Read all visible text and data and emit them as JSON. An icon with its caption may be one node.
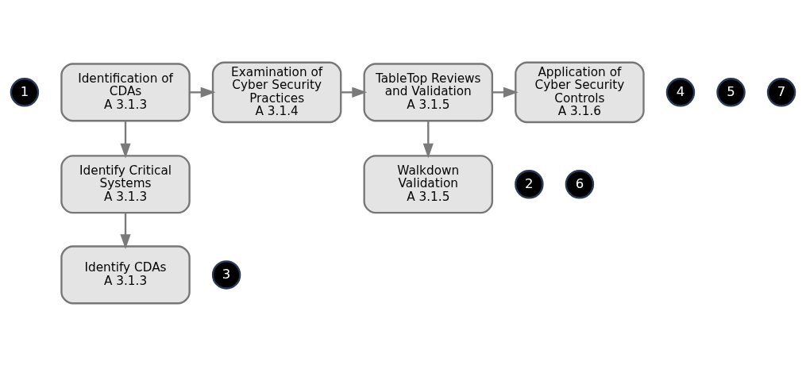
{
  "diagram": {
    "nodes": [
      {
        "text": [
          "1"
        ]
      },
      {
        "text": [
          "Identification of CDAs",
          "A 3.1.3"
        ]
      },
      {
        "text": [
          "4"
        ]
      },
      {
        "text": [
          "Examination of Cyber Security Practices",
          "A 3.1.4"
        ]
      },
      {
        "text": [
          "5"
        ]
      },
      {
        "text": [
          "TableTop Reviews and Validation",
          "A 3.1.5"
        ]
      },
      {
        "text": [
          "7"
        ]
      },
      {
        "text": [
          "Application of Cyber Security Controls",
          "A 3.1.6"
        ]
      },
      {
        "text": [
          "2"
        ]
      },
      {
        "text": [
          "Identify Critical Systems",
          "A 3.1.3"
        ]
      },
      {
        "text": [
          "6"
        ]
      },
      {
        "text": [
          "Walkdown Validation",
          "A 3.1.5"
        ]
      },
      {
        "text": [
          "3"
        ]
      },
      {
        "text": [
          "Identify CDAs",
          "A 3.1.3"
        ]
      }
    ],
    "edges": [
      {
        "from": 1,
        "to": 3,
        "arrow": "to"
      },
      {
        "from": 3,
        "to": 5,
        "arrow": "to"
      },
      {
        "from": 5,
        "to": 7,
        "arrow": "to"
      },
      {
        "from": 1,
        "to": 9,
        "arrow": "to"
      },
      {
        "from": 5,
        "to": 11,
        "arrow": "to"
      },
      {
        "from": 9,
        "to": 13,
        "arrow": "to"
      }
    ]
  }
}
